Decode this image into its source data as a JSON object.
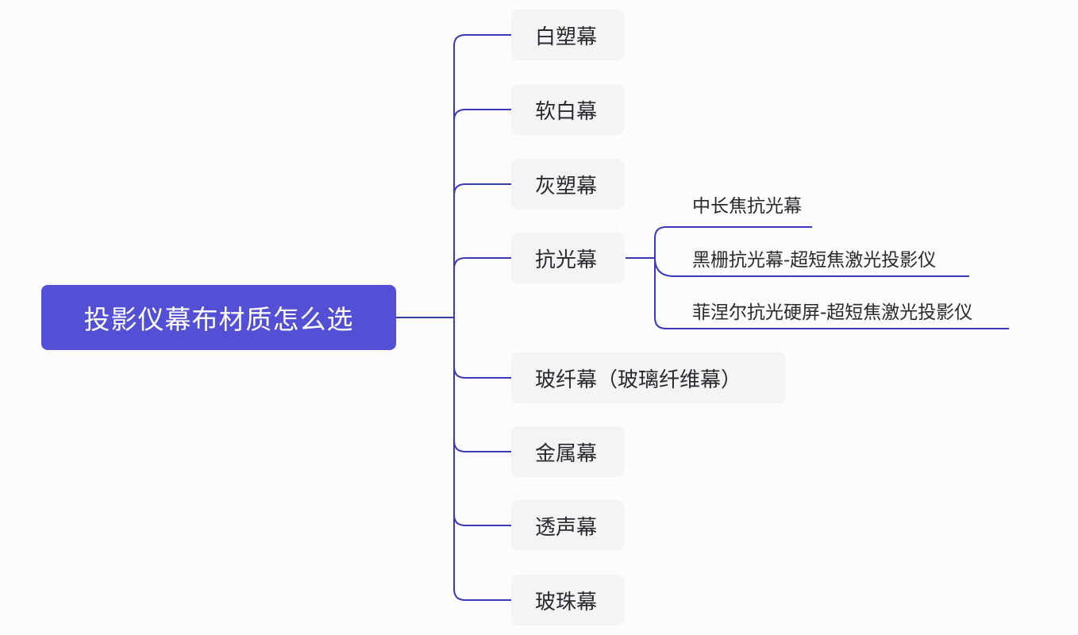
{
  "root": {
    "label": "投影仪幕布材质怎么选"
  },
  "branches": [
    {
      "label": "白塑幕"
    },
    {
      "label": "软白幕"
    },
    {
      "label": "灰塑幕"
    },
    {
      "label": "抗光幕"
    },
    {
      "label": "玻纤幕（玻璃纤维幕）"
    },
    {
      "label": "金属幕"
    },
    {
      "label": "透声幕"
    },
    {
      "label": "玻珠幕"
    }
  ],
  "sub_branches": [
    {
      "label": "中长焦抗光幕"
    },
    {
      "label": "黑栅抗光幕-超短焦激光投影仪"
    },
    {
      "label": "菲涅尔抗光硬屏-超短焦激光投影仪"
    }
  ],
  "colors": {
    "root_fill": "#5450d6",
    "link": "#3a3ab8",
    "node_fill": "#f4f4f6"
  }
}
